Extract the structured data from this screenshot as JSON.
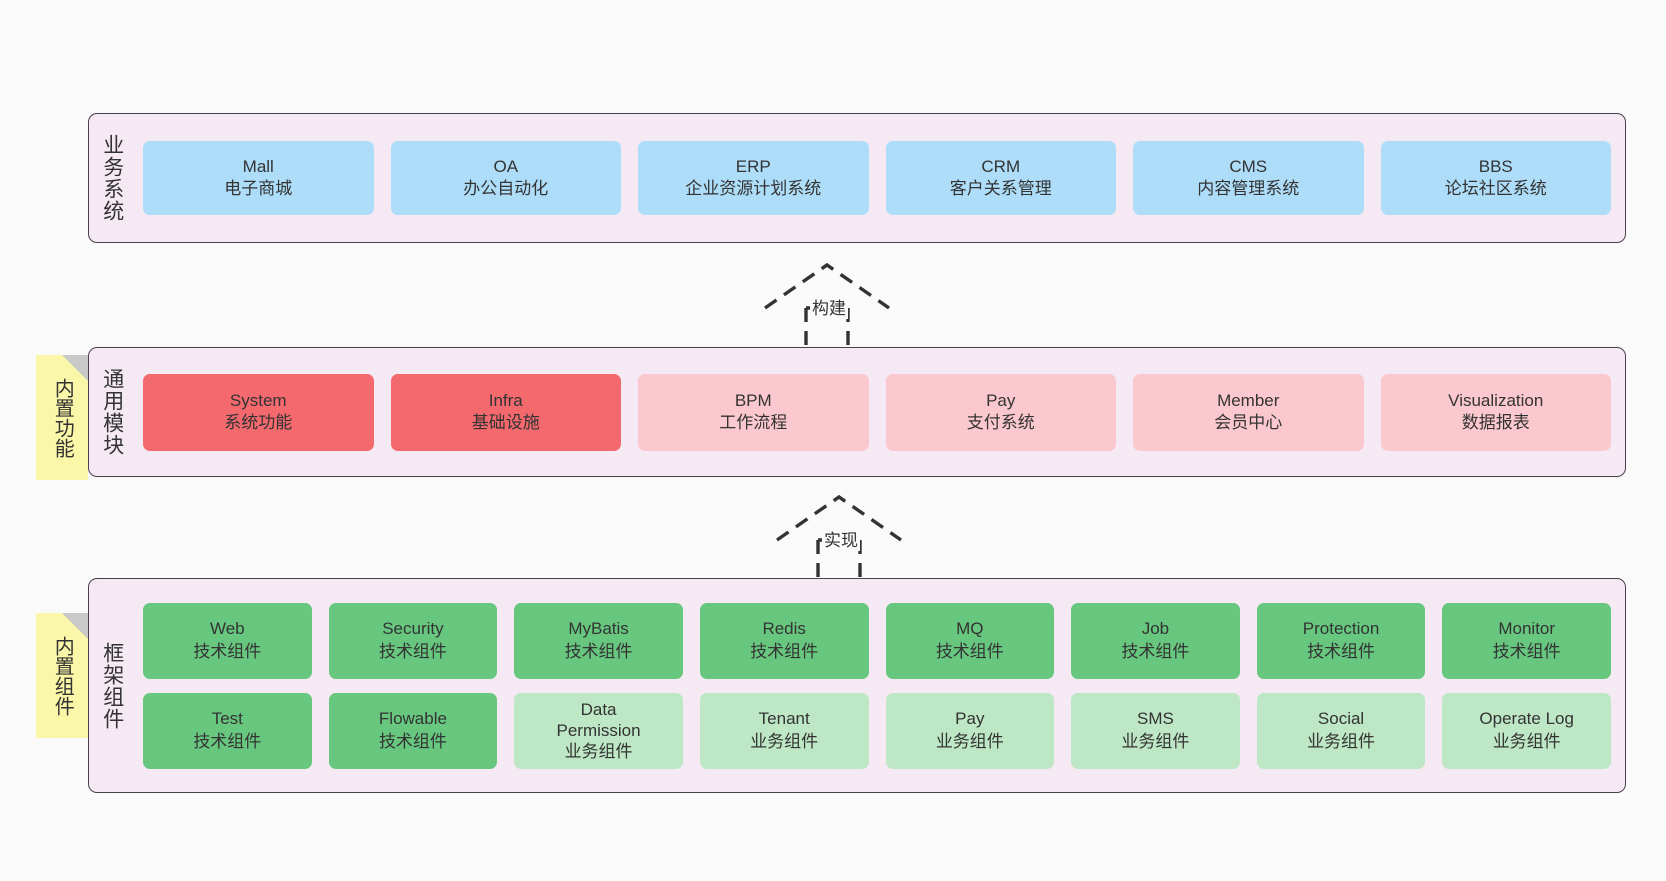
{
  "diagram": {
    "title": "",
    "background": "#FAFAFA",
    "panel_bg": "#F5EAF4",
    "panel_border": "#4A3F4C",
    "note_bg": "#FAF7A8"
  },
  "layers": [
    {
      "id": "business-systems",
      "title": "业务系统",
      "note": null,
      "rows": [
        {
          "color": "#AEDDF9",
          "nodes": [
            {
              "name": "Mall",
              "desc": "电子商城"
            },
            {
              "name": "OA",
              "desc": "办公自动化"
            },
            {
              "name": "ERP",
              "desc": "企业资源计划系统"
            },
            {
              "name": "CRM",
              "desc": "客户关系管理"
            },
            {
              "name": "CMS",
              "desc": "内容管理系统"
            },
            {
              "name": "BBS",
              "desc": "论坛社区系统"
            }
          ]
        }
      ]
    },
    {
      "id": "common-modules",
      "title": "通用模块",
      "note": "内置功能",
      "rows": [
        {
          "color": "mixed",
          "nodes": [
            {
              "name": "System",
              "desc": "系统功能",
              "color": "#F4696E"
            },
            {
              "name": "Infra",
              "desc": "基础设施",
              "color": "#F4696E"
            },
            {
              "name": "BPM",
              "desc": "工作流程",
              "color": "#FBC8CF"
            },
            {
              "name": "Pay",
              "desc": "支付系统",
              "color": "#FBC8CF"
            },
            {
              "name": "Member",
              "desc": "会员中心",
              "color": "#FBC8CF"
            },
            {
              "name": "Visualization",
              "desc": "数据报表",
              "color": "#FBC8CF"
            }
          ]
        }
      ]
    },
    {
      "id": "framework-components",
      "title": "框架组件",
      "note": "内置组件",
      "rows": [
        {
          "color": "#67C77F",
          "nodes": [
            {
              "name": "Web",
              "desc": "技术组件"
            },
            {
              "name": "Security",
              "desc": "技术组件"
            },
            {
              "name": "MyBatis",
              "desc": "技术组件"
            },
            {
              "name": "Redis",
              "desc": "技术组件"
            },
            {
              "name": "MQ",
              "desc": "技术组件"
            },
            {
              "name": "Job",
              "desc": "技术组件"
            },
            {
              "name": "Protection",
              "desc": "技术组件"
            },
            {
              "name": "Monitor",
              "desc": "技术组件"
            }
          ]
        },
        {
          "color": "mixed",
          "nodes": [
            {
              "name": "Test",
              "desc": "技术组件",
              "color": "#67C77F"
            },
            {
              "name": "Flowable",
              "desc": "技术组件",
              "color": "#67C77F"
            },
            {
              "name": "Data Permission",
              "desc": "业务组件",
              "color": "#BDE7C5"
            },
            {
              "name": "Tenant",
              "desc": "业务组件",
              "color": "#BDE7C5"
            },
            {
              "name": "Pay",
              "desc": "业务组件",
              "color": "#BDE7C5"
            },
            {
              "name": "SMS",
              "desc": "业务组件",
              "color": "#BDE7C5"
            },
            {
              "name": "Social",
              "desc": "业务组件",
              "color": "#BDE7C5"
            },
            {
              "name": "Operate Log",
              "desc": "业务组件",
              "color": "#BDE7C5"
            }
          ]
        }
      ]
    }
  ],
  "connectors": [
    {
      "id": "build",
      "label": "构建",
      "style": "dashed-generalization",
      "direction": "up"
    },
    {
      "id": "implement",
      "label": "实现",
      "style": "dashed-generalization",
      "direction": "up"
    }
  ]
}
